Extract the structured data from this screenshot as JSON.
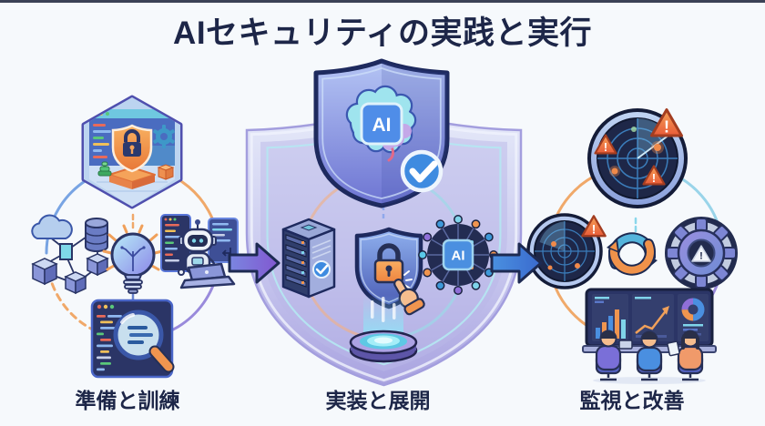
{
  "title": "AIセキュリティの実践と実行",
  "stages": [
    {
      "id": "preparation",
      "label": "準備と訓練",
      "icons": [
        "secure-dev-hexagon-badge",
        "data-network-icon",
        "lightbulb-idea-icon",
        "coding-robot-icon",
        "code-review-magnifier-icon"
      ]
    },
    {
      "id": "implementation",
      "label": "実装と展開",
      "icons": [
        "ai-brain-shield-icon",
        "verified-check-badge",
        "server-stack-icon",
        "lock-shield-click-icon",
        "ai-network-chip-icon",
        "deploy-pedestal-icon"
      ]
    },
    {
      "id": "monitoring",
      "label": "監視と改善",
      "icons": [
        "radar-alerts-large-icon",
        "radar-alerts-small-icon",
        "improvement-cycle-arrows-icon",
        "gear-alert-icon",
        "monitoring-team-dashboard-icon"
      ]
    }
  ],
  "glyphs": {
    "ai_chip": "AI",
    "warning": "!"
  },
  "colors": {
    "background": "#f6f9fc",
    "title_text": "#1d2648",
    "label_text": "#1d2648",
    "navy_outline": "#1e2a5e",
    "shield_blue": "#6d74d2",
    "shield_lavender": "#b9b7e8",
    "accent_blue": "#4a8fe0",
    "accent_cyan": "#7fd4ea",
    "accent_purple": "#8f7fd8",
    "accent_orange": "#f0954f",
    "alert_orange": "#ef7f4d"
  }
}
